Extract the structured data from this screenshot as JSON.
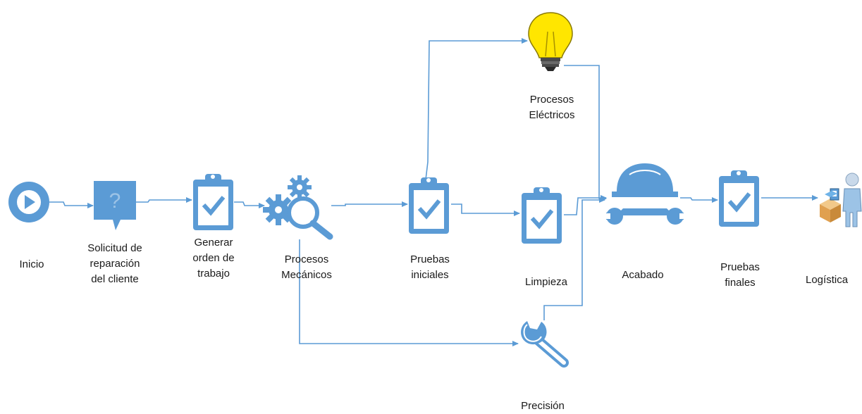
{
  "diagram": {
    "colors": {
      "accent": "#5B9BD5",
      "accent_dark": "#4A86C2",
      "connector": "#5B9BD5",
      "bulb": "#FFE600",
      "text": "#1a1a1a",
      "background": "#ffffff"
    },
    "nodes": {
      "inicio": {
        "label": "Inicio",
        "icon": "play-icon"
      },
      "solicitud": {
        "label": "Solicitud de\nreparación\ndel cliente",
        "icon": "question-callout-icon"
      },
      "orden": {
        "label": "Generar\norden de\ntrabajo",
        "icon": "clipboard-check-icon"
      },
      "mecanicos": {
        "label": "Procesos\nMecánicos",
        "icon": "gears-magnifier-icon"
      },
      "pruebas_iniciales": {
        "label": "Pruebas\niniciales",
        "icon": "clipboard-check-icon"
      },
      "electricos": {
        "label": "Procesos\nEléctricos",
        "icon": "lightbulb-icon"
      },
      "limpieza": {
        "label": "Limpieza",
        "icon": "clipboard-check-icon"
      },
      "precision": {
        "label": "Precisión",
        "icon": "wrench-icon"
      },
      "acabado": {
        "label": "Acabado",
        "icon": "hardhat-wrench-icon"
      },
      "pruebas_finales": {
        "label": "Pruebas\nfinales",
        "icon": "clipboard-check-icon"
      },
      "logistica": {
        "label": "Logística",
        "icon": "person-boxes-icon"
      }
    }
  }
}
